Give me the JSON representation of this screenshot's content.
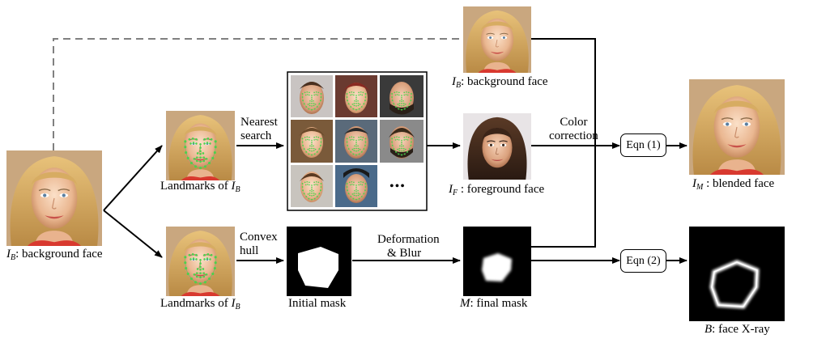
{
  "labels": {
    "bg_face_left": {
      "var": "I",
      "sub": "B",
      "text": ": background face"
    },
    "bg_face_top": {
      "var": "I",
      "sub": "B",
      "text": ": background face"
    },
    "landmarks_top": {
      "text": "Landmarks of ",
      "var": "I",
      "sub": "B"
    },
    "landmarks_bottom": {
      "text": "Landmarks of ",
      "var": "I",
      "sub": "B"
    },
    "nearest_search_1": "Nearest",
    "nearest_search_2": "search",
    "convex_hull_1": "Convex",
    "convex_hull_2": "hull",
    "initial_mask": "Initial mask",
    "deform_blur_1": "Deformation",
    "deform_blur_2": "& Blur",
    "color_correction_1": "Color",
    "color_correction_2": "correction",
    "fg_face": {
      "var": "I",
      "sub": "F",
      "text": " : foreground face"
    },
    "final_mask": {
      "var": "M",
      "text": ": final mask"
    },
    "blended_face": {
      "var": "I",
      "sub": "M",
      "text": " : blended face"
    },
    "face_xray": {
      "var": "B",
      "text": ": face X-ray"
    },
    "more_dots": "•••"
  },
  "boxes": {
    "eqn1": "Eqn (1)",
    "eqn2": "Eqn (2)"
  },
  "colors": {
    "landmark": "#4cd14c",
    "skin_light": "#f0c9a8",
    "hair_blonde": "#d4a35c",
    "arrow": "#000000",
    "dashed": "#808080"
  }
}
